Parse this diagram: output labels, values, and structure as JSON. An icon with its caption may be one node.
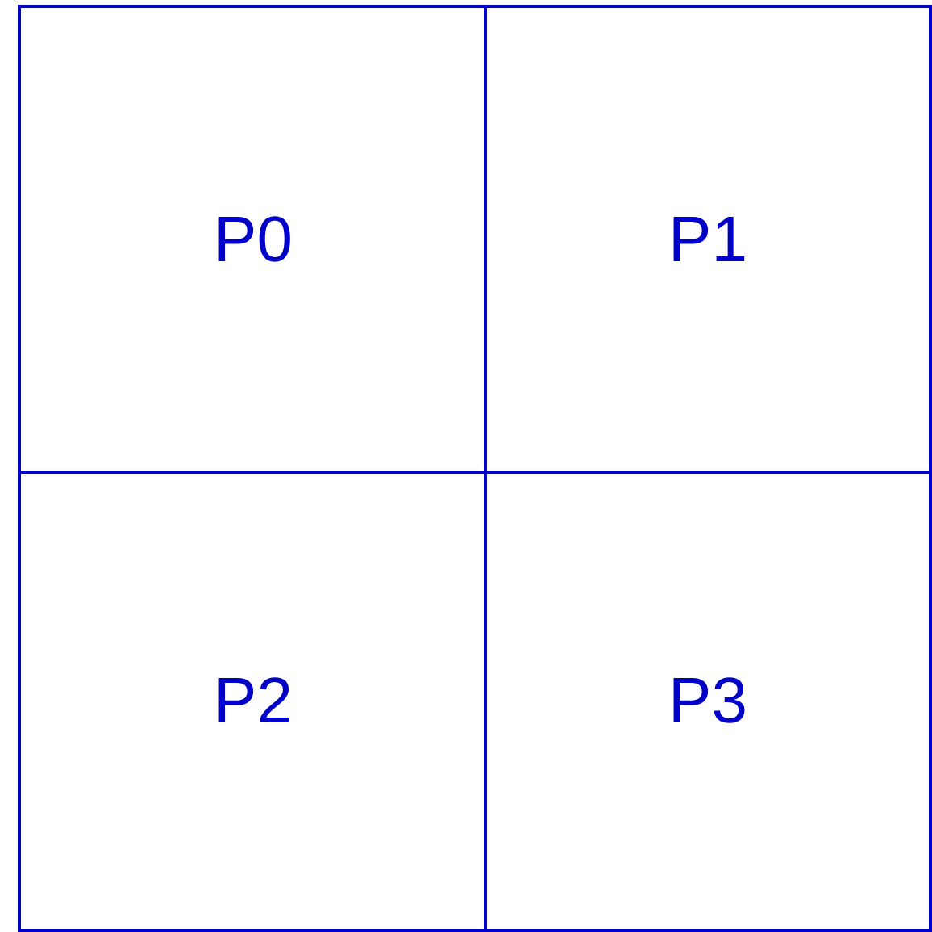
{
  "diagram": {
    "nodes": [
      {
        "text": [
          "P0"
        ]
      },
      {
        "text": [
          "P1"
        ]
      },
      {
        "text": [
          "P2"
        ]
      },
      {
        "text": [
          "P3"
        ]
      }
    ]
  }
}
